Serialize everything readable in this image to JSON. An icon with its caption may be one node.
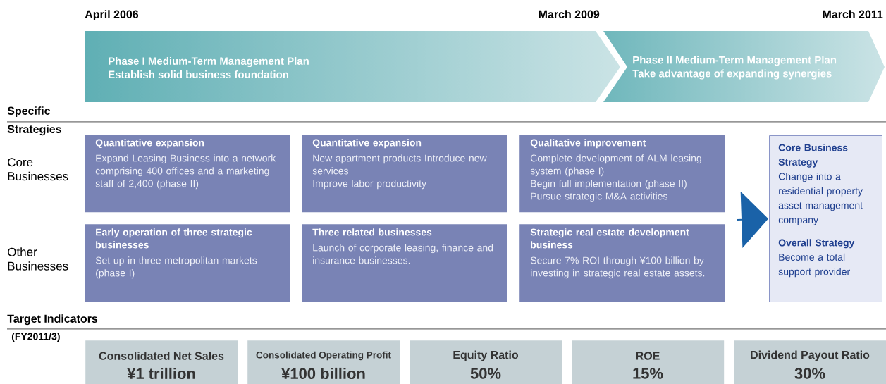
{
  "diagram": {
    "nodes": [
      {
        "text": [
          "Phase I Medium-Term Management Plan",
          "Establish solid business foundation"
        ]
      },
      {
        "text": [
          "Phase II Medium-Term Management Plan",
          "Take advantage of expanding synergies"
        ]
      },
      {
        "text": [
          "Quantitative expansion",
          "Expand Leasing Business into a network comprising 400 offices and a marketing staff of 2,400 (phase II)"
        ]
      },
      {
        "text": [
          "Quantitative expansion",
          "New apartment products Introduce new services",
          "Improve labor productivity"
        ]
      },
      {
        "text": [
          "Qualitative improvement",
          "Complete development of ALM leasing system (phase I)",
          "Begin full implementation (phase II)",
          "Pursue strategic M&A activities"
        ]
      },
      {
        "text": [
          "Early operation of three strategic businesses",
          "Set up in three metropolitan markets (phase I)"
        ]
      },
      {
        "text": [
          "Three related businesses",
          "Launch of corporate leasing, finance and insurance businesses."
        ]
      },
      {
        "text": [
          "Strategic real estate development business",
          "Secure 7% ROI through ¥100 billion by investing in strategic real estate assets."
        ]
      },
      {
        "text": [
          "Core Business Strategy",
          "Change into a residential property asset management company",
          "Overall Strategy",
          "Become a total support provider"
        ]
      },
      {
        "text": [
          "Consolidated Net Sales",
          "¥1 trillion"
        ]
      },
      {
        "text": [
          "Consolidated Operating Profit",
          "¥100 billion"
        ]
      },
      {
        "text": [
          "Equity Ratio",
          "50%"
        ]
      },
      {
        "text": [
          "ROE",
          "15%"
        ]
      },
      {
        "text": [
          "Dividend Payout Ratio",
          "30%"
        ]
      }
    ],
    "edges": [
      {
        "from": null,
        "to": 8,
        "arrow": "to"
      }
    ],
    "labels": [
      "April 2006",
      "March 2009",
      "March 2011",
      "Specific Strategies",
      "Core Businesses",
      "Other Businesses",
      "Target Indicators",
      "(FY2011/3)"
    ]
  }
}
